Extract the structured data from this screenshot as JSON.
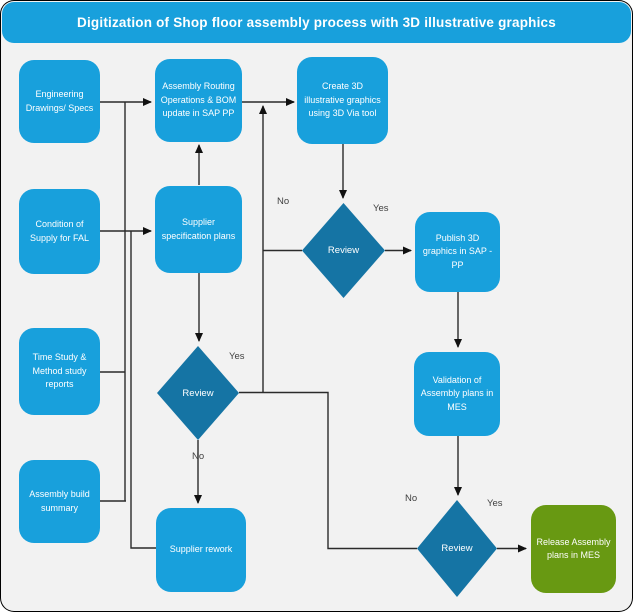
{
  "title": "Digitization of Shop floor assembly process with 3D illustrative graphics",
  "diagram_type": "flowchart",
  "colors": {
    "header": "#18a0dc",
    "process_node": "#18a0dc",
    "decision_node": "#1574a4",
    "terminal_node": "#689912",
    "background": "#f2f2f2",
    "connector": "#2b2b2b",
    "text_on_node": "#ffffff",
    "branch_label_text": "#3f3f3f"
  },
  "nodes": {
    "engineering_drawings": "Engineering Drawings/ Specs",
    "condition_of_supply": "Condition of Supply for FAL",
    "time_study": "Time Study & Method study reports",
    "assembly_build": "Assembly build summary",
    "assembly_routing": "Assembly Routing Operations & BOM update in SAP PP",
    "supplier_spec": "Supplier specification plans",
    "create_3d": "Create 3D illustrative graphics using 3D Via tool",
    "publish_3d": "Publish 3D graphics in SAP -PP",
    "validation": "Validation of Assembly plans in MES",
    "supplier_rework": "Supplier rework",
    "release": "Release Assembly plans in MES"
  },
  "decisions": {
    "review_1": "Review",
    "review_2": "Review",
    "review_3": "Review"
  },
  "branch_labels": {
    "review_1_no": "No",
    "review_1_yes": "Yes",
    "review_2_yes": "Yes",
    "review_2_no": "No",
    "review_3_no": "No",
    "review_3_yes": "Yes"
  }
}
